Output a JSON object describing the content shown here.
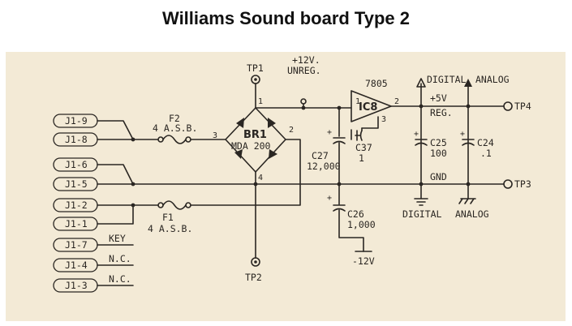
{
  "title": "Williams Sound board Type 2",
  "connectors": [
    {
      "label": "J1-9"
    },
    {
      "label": "J1-8"
    },
    {
      "label": "J1-6"
    },
    {
      "label": "J1-5"
    },
    {
      "label": "J1-2"
    },
    {
      "label": "J1-1"
    },
    {
      "label": "J1-7"
    },
    {
      "label": "J1-4"
    },
    {
      "label": "J1-3"
    }
  ],
  "pin_notes": {
    "key": "KEY",
    "nc1": "N.C.",
    "nc2": "N.C."
  },
  "fuses": {
    "f2": {
      "ref": "F2",
      "value": "4 A.S.B."
    },
    "f1": {
      "ref": "F1",
      "value": "4 A.S.B."
    }
  },
  "bridge": {
    "ref": "BR1",
    "part": "MDA 200",
    "pin1": "1",
    "pin2": "2",
    "pin3": "3",
    "pin4": "4"
  },
  "testpoints": {
    "tp1": "TP1",
    "tp2": "TP2",
    "tp3": "TP3",
    "tp4": "TP4"
  },
  "unreg": {
    "line1": "+12V.",
    "line2": "UNREG."
  },
  "minus12": "-12V",
  "regulator": {
    "part": "7805",
    "ref": "IC8",
    "pin1": "1",
    "pin2": "2",
    "pin3": "3"
  },
  "caps": {
    "c27": {
      "ref": "C27",
      "value": "12,000"
    },
    "c26": {
      "ref": "C26",
      "value": "1,000"
    },
    "c37": {
      "ref": "C37",
      "value": "1"
    },
    "c25": {
      "ref": "C25",
      "value": "100"
    },
    "c24": {
      "ref": "C24",
      "value": ".1"
    }
  },
  "rails": {
    "plus5_1": "+5V",
    "plus5_2": "REG.",
    "gnd": "GND",
    "digital_top": "DIGITAL",
    "analog_top": "ANALOG",
    "digital_bot": "DIGITAL",
    "analog_bot": "ANALOG"
  }
}
